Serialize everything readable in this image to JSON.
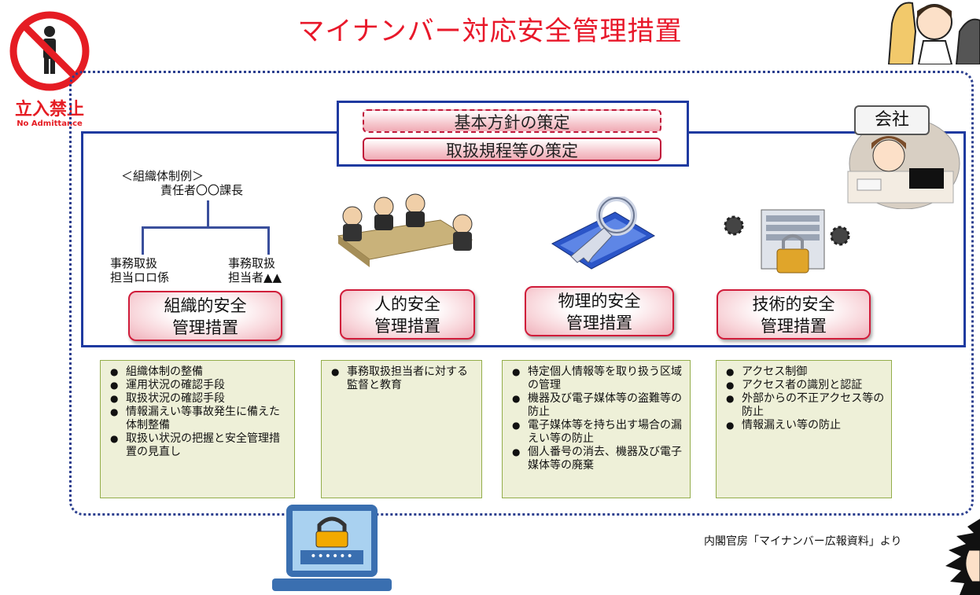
{
  "title": "マイナンバー対応安全管理措置",
  "sign": {
    "main": "立入禁止",
    "sub": "No Admittance"
  },
  "company_label": "会社",
  "policies": [
    "基本方針の策定",
    "取扱規程等の策定"
  ],
  "org_example": {
    "heading": "＜組織体制例＞",
    "head": "責任者〇〇課長",
    "left": [
      "事務取扱",
      "担当ロロ係"
    ],
    "right": [
      "事務取扱",
      "担当者▲▲"
    ]
  },
  "measures": [
    {
      "line1": "組織的安全",
      "line2": "管理措置"
    },
    {
      "line1": "人的安全",
      "line2": "管理措置"
    },
    {
      "line1": "物理的安全",
      "line2": "管理措置"
    },
    {
      "line1": "技術的安全",
      "line2": "管理措置"
    }
  ],
  "cards": [
    [
      "組織体制の整備",
      "運用状況の確認手段",
      "取扱状況の確認手段",
      "情報漏えい等事故発生に備えた体制整備",
      "取扱い状況の把握と安全管理措置の見直し"
    ],
    [
      "事務取扱担当者に対する監督と教育"
    ],
    [
      "特定個人情報等を取り扱う区域の管理",
      "機器及び電子媒体等の盗難等の防止",
      "電子媒体等を持ち出す場合の漏えい等の防止",
      "個人番号の消去、機器及び電子媒体等の廃棄"
    ],
    [
      "アクセス制御",
      "アクセス者の識別と認証",
      "外部からの不正アクセス等の防止",
      "情報漏えい等の防止"
    ]
  ],
  "password_mask": "••••••",
  "source": "内閣官房「マイナンバー広報資料」より",
  "colors": {
    "title": "#e8182a",
    "frame": "#1f3aa0",
    "measure_border": "#d01c3a",
    "card_bg": "#eef0d8"
  }
}
